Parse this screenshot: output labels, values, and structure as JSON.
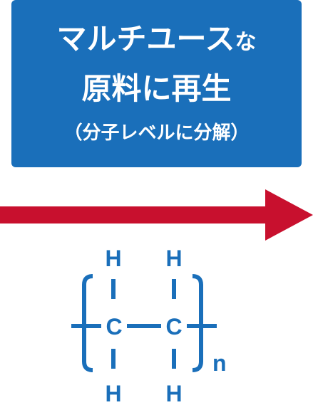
{
  "title_box": {
    "line1_main": "マルチユース",
    "line1_suffix": "な",
    "line2": "原料に再生",
    "line3": "（分子レベルに分解）",
    "background_color": "#1a6fba"
  },
  "arrow": {
    "color": "#c8102e",
    "direction": "right"
  },
  "structure": {
    "top_h_left": "H",
    "top_h_right": "H",
    "carbon_left": "C",
    "carbon_right": "C",
    "bottom_h_left": "H",
    "bottom_h_right": "H",
    "subscript": "n",
    "color": "#1a6fba"
  }
}
